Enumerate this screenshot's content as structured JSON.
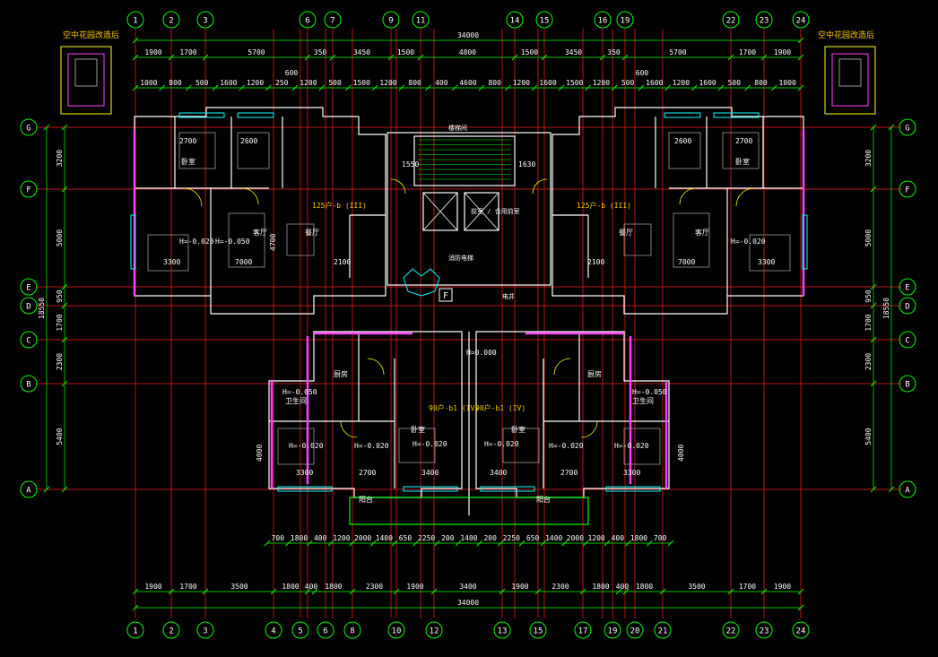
{
  "colors": {
    "background": "#000000",
    "axis_grid": "#ff2020",
    "dimension": "#00ff00",
    "wall": "#ffffff",
    "wall_accent": "#ff40ff",
    "window": "#00ffff",
    "door": "#ffff00",
    "room_label": "#ffffff",
    "note": "#ffcc00",
    "column": "#ff8800"
  },
  "top_axes": [
    "1",
    "2",
    "3",
    "6",
    "7",
    "9",
    "11",
    "14",
    "15",
    "16",
    "19",
    "22",
    "23",
    "24"
  ],
  "bottom_axes": [
    "1",
    "2",
    "3",
    "4",
    "5",
    "6",
    "8",
    "10",
    "12",
    "13",
    "15",
    "17",
    "19",
    "20",
    "21",
    "22",
    "23",
    "24"
  ],
  "left_axes": [
    "G",
    "F",
    "E",
    "D",
    "C",
    "B",
    "A"
  ],
  "right_axes": [
    "G",
    "F",
    "E",
    "D",
    "C",
    "B",
    "A"
  ],
  "top_overall": "34000",
  "bottom_overall": "34000",
  "top_dims_row1": [
    "1900",
    "1700",
    "5700",
    "350",
    "3450",
    "1500",
    "4800",
    "1500",
    "3450",
    "350",
    "5700",
    "1700",
    "1900"
  ],
  "top_dims_row3": [
    "1000",
    "800",
    "500",
    "1600",
    "1200",
    "250",
    "1200",
    "500",
    "1500",
    "1200",
    "800",
    "400",
    "4600",
    "800",
    "1200",
    "1600",
    "1500",
    "1200",
    "500",
    "1600",
    "1200",
    "1600",
    "500",
    "800",
    "1000"
  ],
  "top_dims_600_left": "600",
  "top_dims_600_right": "600",
  "bottom_dims_row1": [
    "700",
    "1800",
    "400",
    "1200",
    "2000",
    "1400",
    "650",
    "2250",
    "200",
    "1400",
    "200",
    "2250",
    "650",
    "1400",
    "2000",
    "1200",
    "400",
    "1800",
    "700"
  ],
  "bottom_dims_row2": [
    "1900",
    "1700",
    "3500",
    "1800",
    "400",
    "1800",
    "2300",
    "1900",
    "3400",
    "1900",
    "2300",
    "1800",
    "400",
    "1800",
    "3500",
    "1700",
    "1900"
  ],
  "left_dims": [
    "3200",
    "5000",
    "950",
    "1700",
    "2300",
    "5400"
  ],
  "left_overall": "18550",
  "right_dims": [
    "3200",
    "5000",
    "950",
    "1700",
    "2300",
    "5400"
  ],
  "right_overall": "18550",
  "notes": {
    "garden_left": "空中花园改造后",
    "garden_right": "空中花园改造后",
    "unit_tag_left": "125户-b (III)",
    "unit_tag_right": "125户-b (III)",
    "unit_tag_bl": "90户-b1 (IV)",
    "unit_tag_br": "90户-b1 (IV)",
    "elevator_note": "前室 / 合用前室",
    "stair_label": "楼梯间",
    "shaft_label": "电井",
    "corridor_note": "消防电梯",
    "f_mark": "F"
  },
  "rooms": {
    "bedroom": "卧室",
    "living": "客厅",
    "dining": "餐厅",
    "kitchen": "厨房",
    "bath": "卫生间",
    "balcony": "阳台",
    "level_a": "H=-0.020",
    "level_b": "H=-0.050",
    "level_c": "H=0.000"
  },
  "room_dims": {
    "w2700": "2700",
    "w2600": "2600",
    "w3300": "3300",
    "w3400": "3400",
    "w7000": "7000",
    "w2100": "2100",
    "w1550": "1550",
    "w1630": "1630",
    "w4000": "4000",
    "w4700": "4700"
  }
}
